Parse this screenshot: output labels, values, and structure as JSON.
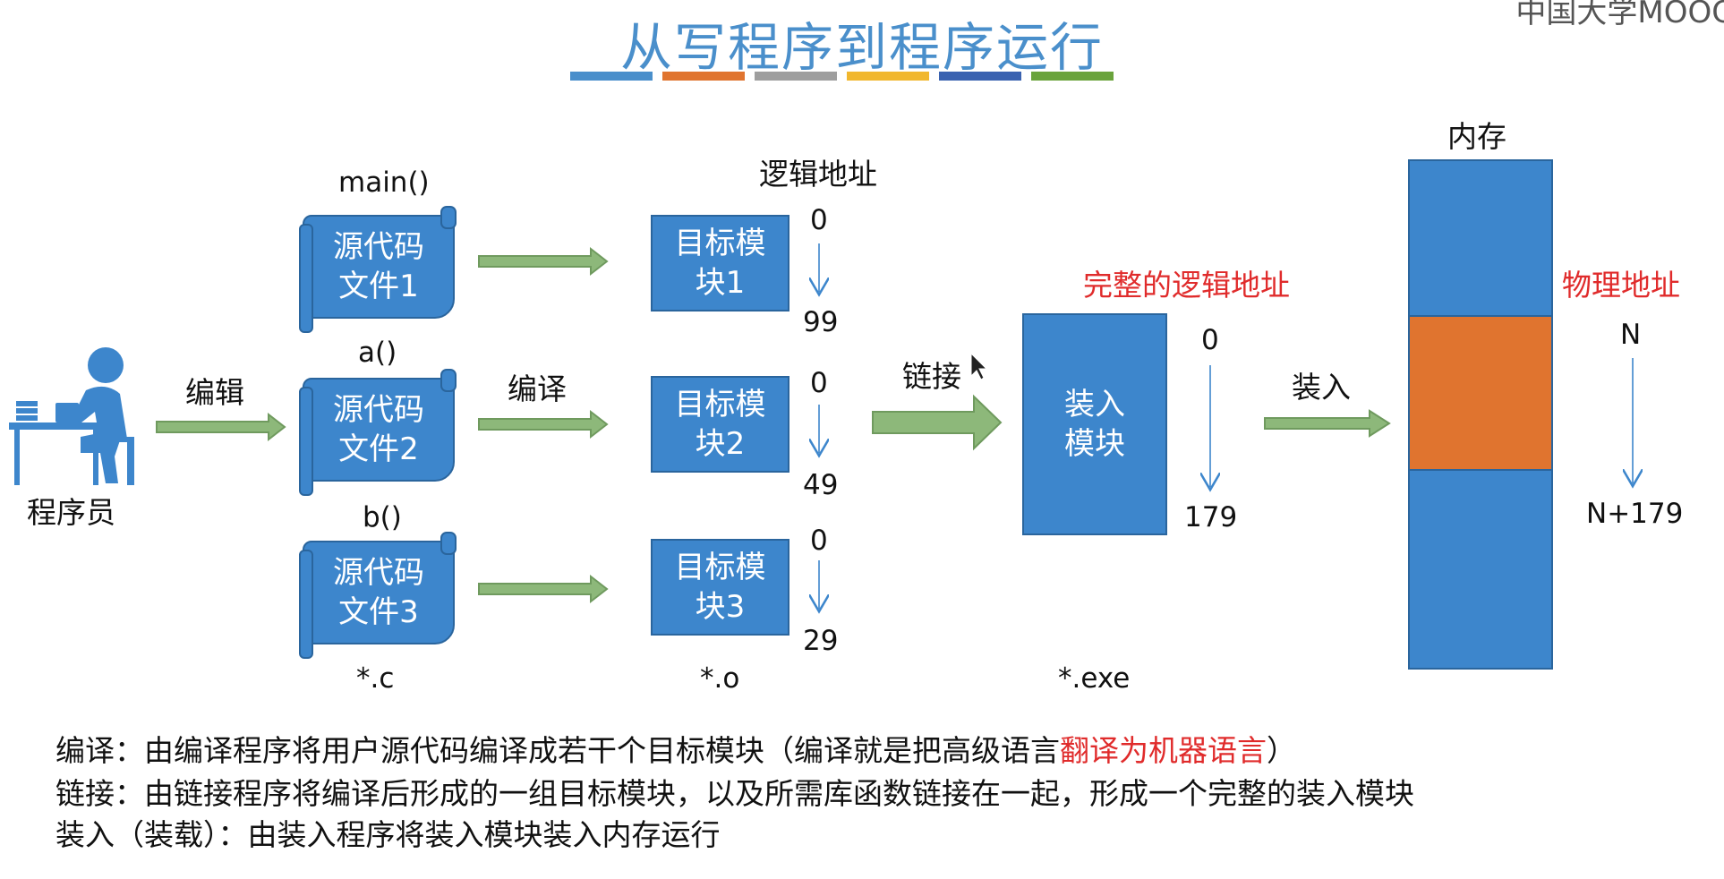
{
  "title": "从写程序到程序运行",
  "accent_colors": [
    "#4a8fcb",
    "#e0742f",
    "#9e9e9e",
    "#f1b72e",
    "#3a62b0",
    "#6aa33c"
  ],
  "labels": {
    "programmer": "程序员",
    "edit": "编辑",
    "compile": "编译",
    "link": "链接",
    "load": "装入",
    "logical_address": "逻辑地址",
    "complete_logical_address": "完整的逻辑地址",
    "physical_address": "物理地址",
    "memory": "内存"
  },
  "sources": [
    {
      "func": "main()",
      "name": "源代码\n文件1"
    },
    {
      "func": "a()",
      "name": "源代码\n文件2"
    },
    {
      "func": "b()",
      "name": "源代码\n文件3"
    }
  ],
  "objects": [
    {
      "name": "目标模\n块1",
      "start": "0",
      "end": "99"
    },
    {
      "name": "目标模\n块2",
      "start": "0",
      "end": "49"
    },
    {
      "name": "目标模\n块3",
      "start": "0",
      "end": "29"
    }
  ],
  "load_module": {
    "name": "装入\n模块",
    "start": "0",
    "end": "179"
  },
  "physical": {
    "start": "N",
    "end": "N+179"
  },
  "ext": {
    "c": "*.c",
    "o": "*.o",
    "exe": "*.exe"
  },
  "notes": {
    "compile": {
      "prefix": "编译：由编译程序将用户源代码编译成若干个目标模块（编译就是把高级语言",
      "highlight": "翻译为机器语言",
      "suffix": "）"
    },
    "link": "链接：由链接程序将编译后形成的一组目标模块，以及所需库函数链接在一起，形成一个完整的装入模块",
    "load": "装入（装载）：由装入程序将装入模块装入内存运行"
  },
  "logo": "中国大学MOOC"
}
